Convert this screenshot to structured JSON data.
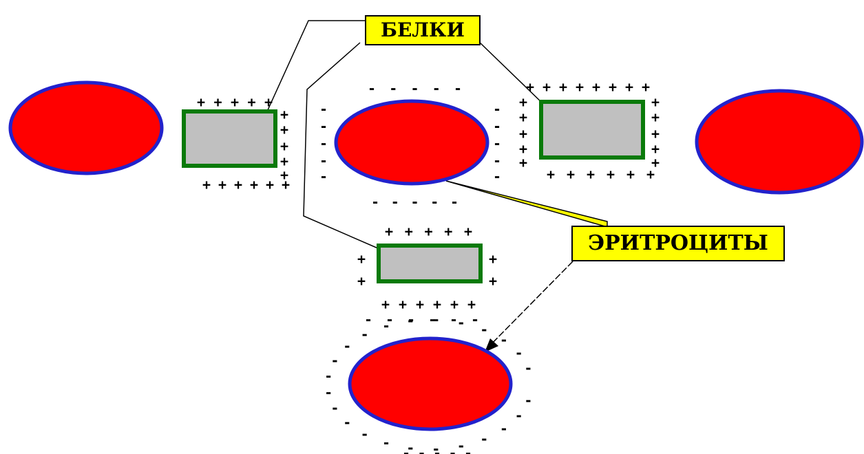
{
  "labels": {
    "proteins": "БЕЛКИ",
    "erythrocytes": "ЭРИТРОЦИТЫ"
  },
  "symbols": {
    "positive": "+",
    "negative": "-"
  },
  "colors": {
    "erythrocyte_fill": "#ff0000",
    "erythrocyte_stroke": "#2222cc",
    "protein_fill": "#c0c0c0",
    "protein_stroke": "#0a7a0a",
    "callout_fill": "#ffff00",
    "leader_line": "#000000"
  },
  "icons": {
    "erythrocyte": "red-ellipse",
    "protein": "gray-rectangle",
    "charge": "plus-minus-signs"
  }
}
